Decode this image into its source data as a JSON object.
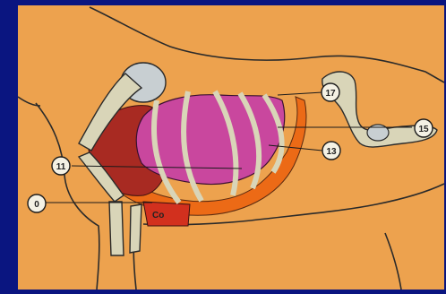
{
  "callouts": {
    "c17": "17",
    "c15": "15",
    "c13": "13",
    "c11": "11",
    "c0": "0"
  },
  "heart_label": "Co",
  "colors": {
    "frame": "#0a1580",
    "background": "#eda24e",
    "lung": "#c9479e",
    "heart_region": "#a82a22",
    "diaphragm_band": "#ec6a16",
    "bone": "#d9d5b8",
    "outline": "#2a2a2a"
  }
}
